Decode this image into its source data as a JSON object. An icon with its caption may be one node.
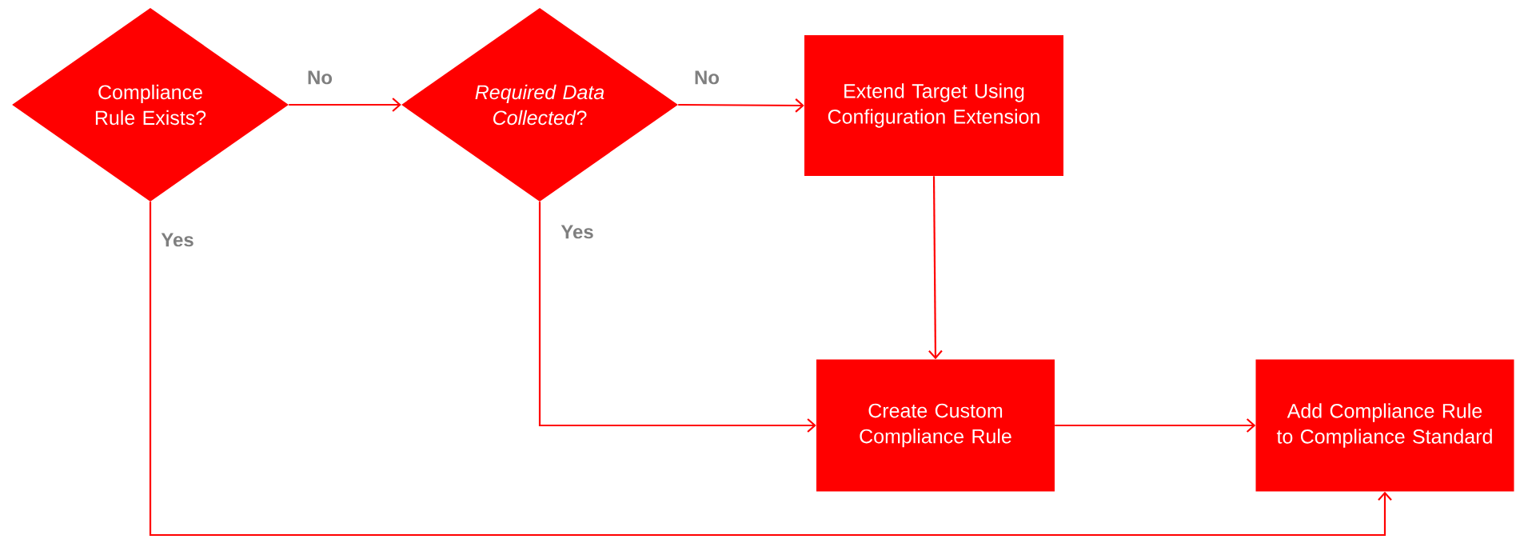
{
  "diagram": {
    "nodes": [
      {
        "text": [
          "Compliance Rule Exists?"
        ]
      },
      {
        "text": [
          "*Required Data Collected*?"
        ]
      },
      {
        "text": [
          "Extend Target Using Configuration Extension"
        ]
      },
      {
        "text": [
          "Create Custom Compliance Rule"
        ]
      },
      {
        "text": [
          "Add Compliance Rule to Compliance Standard"
        ]
      }
    ],
    "edges": [
      {
        "from": 0,
        "to": 1,
        "arrow": "to",
        "label": "No"
      },
      {
        "from": 1,
        "to": 2,
        "arrow": "to",
        "label": "No"
      },
      {
        "from": 2,
        "to": 3,
        "arrow": "to"
      },
      {
        "from": 1,
        "to": 3,
        "arrow": "to",
        "label": "Yes"
      },
      {
        "from": 3,
        "to": 4,
        "arrow": "to"
      },
      {
        "from": 0,
        "to": 4,
        "arrow": "to",
        "label": "Yes"
      }
    ]
  }
}
